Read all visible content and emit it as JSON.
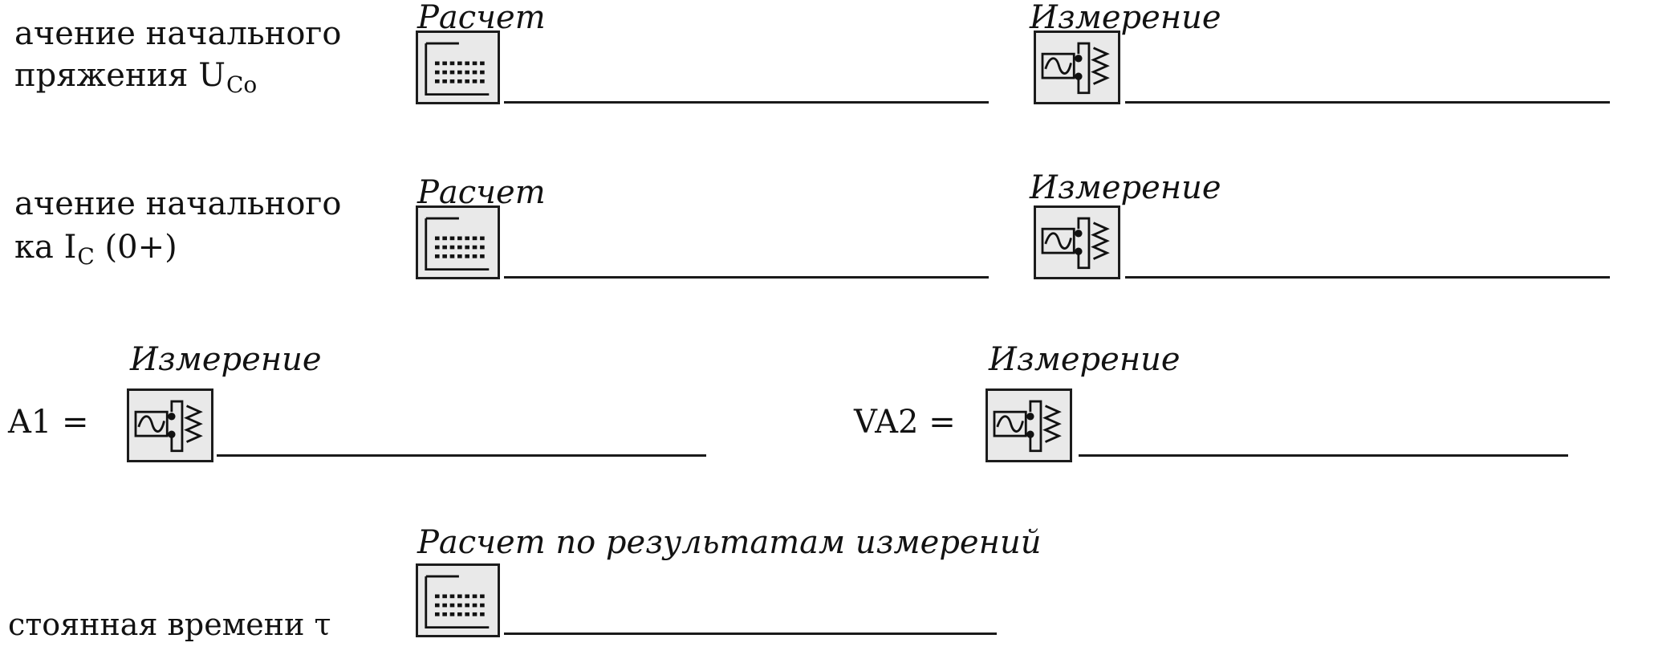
{
  "row1": {
    "label_line1": "ачение начального",
    "label_line2_prefix": "пряжения U",
    "label_line2_sub": "Co",
    "calc_label": "Расчет",
    "meas_label": "Измерение"
  },
  "row2": {
    "label_line1": "ачение начального",
    "label_line2_prefix": "ка I",
    "label_line2_sub": "C",
    "label_line2_suffix": " (0+)",
    "calc_label": "Расчет",
    "meas_label": "Измерение"
  },
  "row3": {
    "va1_label": "A1 =",
    "va1_meas_label": "Измерение",
    "va2_label": "VA2 =",
    "va2_meas_label": "Измерение"
  },
  "row4": {
    "calc_label": "Расчет по результатам измерений",
    "label": "стоянная времени τ"
  },
  "icons": {
    "calculator": "calculator-icon",
    "oscilloscope": "oscilloscope-meter-icon"
  }
}
